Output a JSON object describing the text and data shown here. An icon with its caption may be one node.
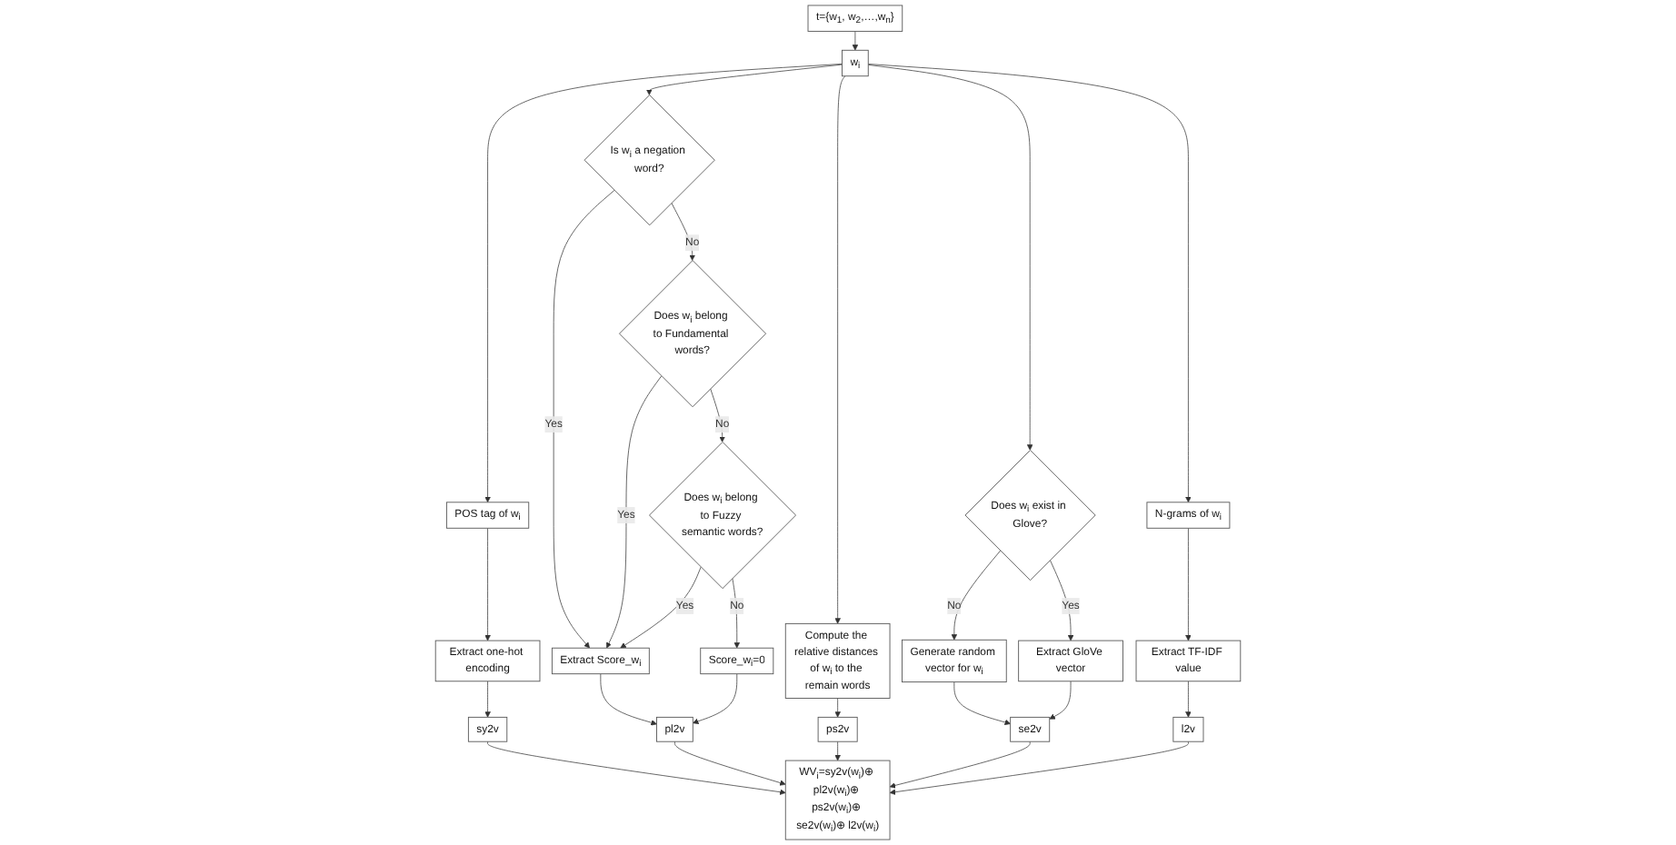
{
  "diagram": {
    "nodes": [
      {
        "text": [
          "t={w$_{1}$, w$_{2}$,…,w$_{n}$}"
        ]
      },
      {
        "text": [
          "w$_{i}$"
        ]
      },
      {
        "text": [
          "POS tag of w$_{i}$"
        ]
      },
      {
        "text": [
          "Is w$_{i}$ a negation word?"
        ]
      },
      {
        "text": [
          "Does w$_{i}$ belong to Fundamental words?"
        ]
      },
      {
        "text": [
          "Does w$_{i}$ belong to Fuzzy semantic words?"
        ]
      },
      {
        "text": [
          "Compute the relative distances of w$_{i}$ to the remain words"
        ]
      },
      {
        "text": [
          "Does w$_{i}$ exist in Glove?"
        ]
      },
      {
        "text": [
          "N-grams of w$_{i}$"
        ]
      },
      {
        "text": [
          "Extract one-hot encoding"
        ]
      },
      {
        "text": [
          "Extract Score_w$_{i}$"
        ]
      },
      {
        "text": [
          "Score_w$_{i}$=0"
        ]
      },
      {
        "text": [
          "Generate random vector for w$_{i}$"
        ]
      },
      {
        "text": [
          "Extract GloVe vector"
        ]
      },
      {
        "text": [
          "Extract TF-IDF value"
        ]
      },
      {
        "text": [
          "sy2v"
        ]
      },
      {
        "text": [
          "pl2v"
        ]
      },
      {
        "text": [
          "ps2v"
        ]
      },
      {
        "text": [
          "se2v"
        ]
      },
      {
        "text": [
          "l2v"
        ]
      },
      {
        "text": [
          "WV$_{i}$=sy2v(w$_{i}$)⊕ pl2v(w$_{i}$)⊕ ps2v(w$_{i}$)⊕ se2v(w$_{i}$)⊕ l2v(w$_{i}$)"
        ]
      }
    ],
    "edges": [
      {
        "from": 0,
        "to": 1,
        "arrow": "to"
      },
      {
        "from": 1,
        "to": 2,
        "arrow": "to"
      },
      {
        "from": 1,
        "to": 3,
        "arrow": "to"
      },
      {
        "from": 1,
        "to": 6,
        "arrow": "to"
      },
      {
        "from": 1,
        "to": 7,
        "arrow": "to"
      },
      {
        "from": 1,
        "to": 8,
        "arrow": "to"
      },
      {
        "from": 2,
        "to": 9,
        "arrow": "to"
      },
      {
        "from": 3,
        "to": 4,
        "label": "No",
        "arrow": "to"
      },
      {
        "from": 4,
        "to": 5,
        "label": "No",
        "arrow": "to"
      },
      {
        "from": 3,
        "to": 10,
        "label": "Yes",
        "arrow": "to"
      },
      {
        "from": 4,
        "to": 10,
        "label": "Yes",
        "arrow": "to"
      },
      {
        "from": 5,
        "to": 10,
        "label": "Yes",
        "arrow": "to"
      },
      {
        "from": 5,
        "to": 11,
        "label": "No",
        "arrow": "to"
      },
      {
        "from": 7,
        "to": 12,
        "label": "No",
        "arrow": "to"
      },
      {
        "from": 7,
        "to": 13,
        "label": "Yes",
        "arrow": "to"
      },
      {
        "from": 8,
        "to": 14,
        "arrow": "to"
      },
      {
        "from": 9,
        "to": 15,
        "arrow": "to"
      },
      {
        "from": 10,
        "to": 16,
        "arrow": "to"
      },
      {
        "from": 11,
        "to": 16,
        "arrow": "to"
      },
      {
        "from": 6,
        "to": 17,
        "arrow": "to"
      },
      {
        "from": 12,
        "to": 18,
        "arrow": "to"
      },
      {
        "from": 13,
        "to": 18,
        "arrow": "to"
      },
      {
        "from": 14,
        "to": 19,
        "arrow": "to"
      },
      {
        "from": 15,
        "to": 20,
        "arrow": "to"
      },
      {
        "from": 16,
        "to": 20,
        "arrow": "to"
      },
      {
        "from": 17,
        "to": 20,
        "arrow": "to"
      },
      {
        "from": 18,
        "to": 20,
        "arrow": "to"
      },
      {
        "from": 19,
        "to": 20,
        "arrow": "to"
      }
    ]
  }
}
